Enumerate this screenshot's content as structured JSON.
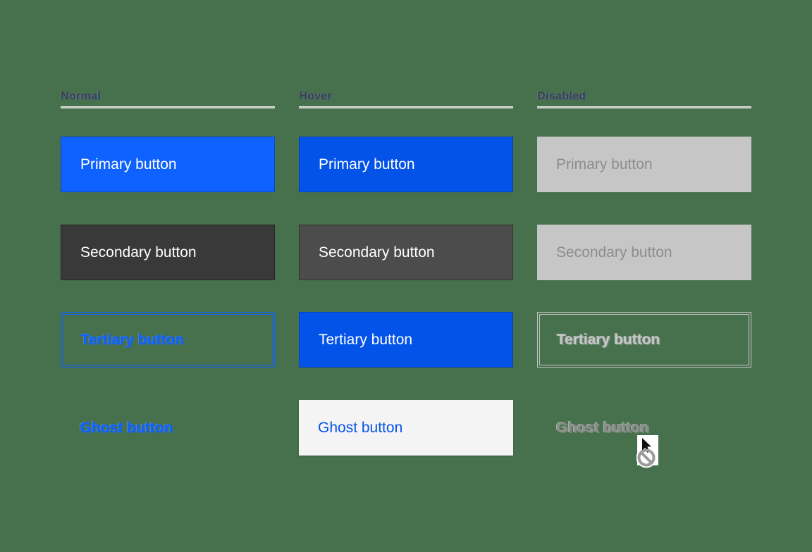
{
  "page": {
    "background_color": "#47704d",
    "description": "Button states matrix"
  },
  "colors": {
    "bg": "#47704d",
    "primary": "#0f62fe",
    "primary-hover": "#0353e9",
    "secondary": "#393939",
    "secondary-hover": "#4c4c4c",
    "disabled-bg": "#c6c6c6",
    "disabled-text": "#8d8d8d",
    "tertiary-disabled": "#c6c6c6",
    "ghost-hover-bg": "#f4f4f4",
    "header-text": "#3c4147",
    "white": "#ffffff"
  },
  "columns": [
    {
      "header": "Normal",
      "buttons": [
        {
          "variant": "primary",
          "label": "Primary button"
        },
        {
          "variant": "secondary",
          "label": "Secondary button"
        },
        {
          "variant": "tertiary",
          "label": "Tertiary button"
        },
        {
          "variant": "ghost",
          "label": "Ghost button"
        }
      ]
    },
    {
      "header": "Hover",
      "buttons": [
        {
          "variant": "primary",
          "label": "Primary button"
        },
        {
          "variant": "secondary",
          "label": "Secondary button"
        },
        {
          "variant": "tertiary",
          "label": "Tertiary button"
        },
        {
          "variant": "ghost",
          "label": "Ghost button"
        }
      ]
    },
    {
      "header": "Disabled",
      "buttons": [
        {
          "variant": "primary",
          "label": "Primary button"
        },
        {
          "variant": "secondary",
          "label": "Secondary button"
        },
        {
          "variant": "tertiary",
          "label": "Tertiary button"
        },
        {
          "variant": "ghost",
          "label": "Ghost button"
        }
      ]
    }
  ],
  "cursor": {
    "icon": "not-allowed-cursor-icon"
  }
}
